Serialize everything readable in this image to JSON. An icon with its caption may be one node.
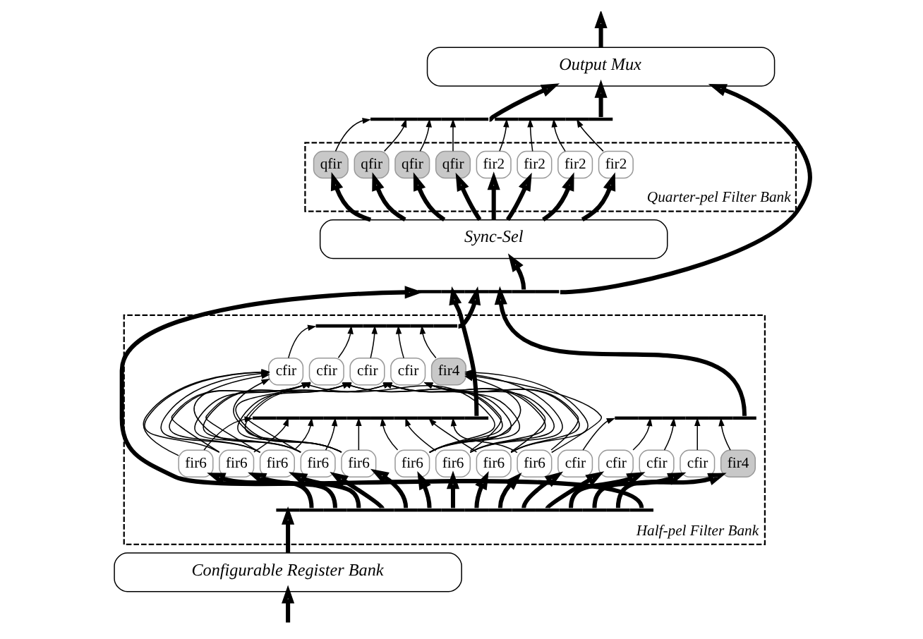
{
  "diagram": {
    "nodes": [
      {
        "text": [
          "Output Mux"
        ]
      },
      {
        "text": [],
        "shape": "bar"
      },
      {
        "text": [],
        "shape": "bar"
      },
      {
        "text": [
          "Quarter-pel Filter Bank"
        ]
      },
      {
        "text": [
          "qfir"
        ],
        "in": 3
      },
      {
        "text": [
          "qfir"
        ],
        "in": 3
      },
      {
        "text": [
          "qfir"
        ],
        "in": 3
      },
      {
        "text": [
          "qfir"
        ],
        "in": 3
      },
      {
        "text": [
          "fir2"
        ],
        "in": 3
      },
      {
        "text": [
          "fir2"
        ],
        "in": 3
      },
      {
        "text": [
          "fir2"
        ],
        "in": 3
      },
      {
        "text": [
          "fir2"
        ],
        "in": 3
      },
      {
        "text": [
          "Sync-Sel"
        ]
      },
      {
        "text": [],
        "shape": "bar"
      },
      {
        "text": [
          "Half-pel Filter Bank"
        ]
      },
      {
        "text": [],
        "shape": "bar",
        "in": 14
      },
      {
        "text": [
          "cfir"
        ],
        "in": 14
      },
      {
        "text": [
          "cfir"
        ],
        "in": 14
      },
      {
        "text": [
          "cfir"
        ],
        "in": 14
      },
      {
        "text": [
          "cfir"
        ],
        "in": 14
      },
      {
        "text": [
          "fir4"
        ],
        "in": 14
      },
      {
        "text": [],
        "shape": "bar",
        "in": 14
      },
      {
        "text": [],
        "shape": "bar",
        "in": 14
      },
      {
        "text": [
          "fir6"
        ],
        "in": 14
      },
      {
        "text": [
          "fir6"
        ],
        "in": 14
      },
      {
        "text": [
          "fir6"
        ],
        "in": 14
      },
      {
        "text": [
          "fir6"
        ],
        "in": 14
      },
      {
        "text": [
          "fir6"
        ],
        "in": 14
      },
      {
        "text": [
          "fir6"
        ],
        "in": 14
      },
      {
        "text": [
          "fir6"
        ],
        "in": 14
      },
      {
        "text": [
          "fir6"
        ],
        "in": 14
      },
      {
        "text": [
          "fir6"
        ],
        "in": 14
      },
      {
        "text": [
          "cfir"
        ],
        "in": 14
      },
      {
        "text": [
          "cfir"
        ],
        "in": 14
      },
      {
        "text": [
          "cfir"
        ],
        "in": 14
      },
      {
        "text": [
          "cfir"
        ],
        "in": 14
      },
      {
        "text": [
          "fir4"
        ],
        "in": 14
      },
      {
        "text": [],
        "shape": "bar",
        "in": 14
      },
      {
        "text": [
          "Configurable Register Bank"
        ]
      }
    ],
    "edges": [
      {
        "from": null,
        "to": 38,
        "arrow": "to",
        "style": "thick"
      },
      {
        "from": 38,
        "to": 37,
        "arrow": "to",
        "style": "thick"
      },
      {
        "from": 37,
        "to": 23,
        "arrow": "to",
        "style": "thick"
      },
      {
        "from": 37,
        "to": 24,
        "arrow": "to",
        "style": "thick"
      },
      {
        "from": 37,
        "to": 25,
        "arrow": "to",
        "style": "thick"
      },
      {
        "from": 37,
        "to": 26,
        "arrow": "to",
        "style": "thick"
      },
      {
        "from": 37,
        "to": 27,
        "arrow": "to",
        "style": "thick"
      },
      {
        "from": 37,
        "to": 28,
        "arrow": "to",
        "style": "thick"
      },
      {
        "from": 37,
        "to": 29,
        "arrow": "to",
        "style": "thick"
      },
      {
        "from": 37,
        "to": 30,
        "arrow": "to",
        "style": "thick"
      },
      {
        "from": 37,
        "to": 31,
        "arrow": "to",
        "style": "thick"
      },
      {
        "from": 37,
        "to": 32,
        "arrow": "to",
        "style": "thick"
      },
      {
        "from": 37,
        "to": 33,
        "arrow": "to",
        "style": "thick"
      },
      {
        "from": 37,
        "to": 34,
        "arrow": "to",
        "style": "thick"
      },
      {
        "from": 37,
        "to": 35,
        "arrow": "to",
        "style": "thick"
      },
      {
        "from": 37,
        "to": 36,
        "arrow": "to",
        "style": "thick"
      },
      {
        "from": 37,
        "to": 13,
        "arrow": "to",
        "style": "thick"
      },
      {
        "from": 23,
        "to": 21,
        "arrow": "to"
      },
      {
        "from": 24,
        "to": 21,
        "arrow": "to"
      },
      {
        "from": 25,
        "to": 21,
        "arrow": "to"
      },
      {
        "from": 26,
        "to": 21,
        "arrow": "to"
      },
      {
        "from": 27,
        "to": 21,
        "arrow": "to"
      },
      {
        "from": 28,
        "to": 21,
        "arrow": "to"
      },
      {
        "from": 29,
        "to": 21,
        "arrow": "to"
      },
      {
        "from": 30,
        "to": 21,
        "arrow": "to"
      },
      {
        "from": 31,
        "to": 21,
        "arrow": "to"
      },
      {
        "from": 23,
        "to": 16,
        "arrow": "to"
      },
      {
        "from": 24,
        "to": 16,
        "arrow": "to"
      },
      {
        "from": 25,
        "to": 16,
        "arrow": "to"
      },
      {
        "from": 26,
        "to": 16,
        "arrow": "to"
      },
      {
        "from": 27,
        "to": 16,
        "arrow": "to"
      },
      {
        "from": 28,
        "to": 16,
        "arrow": "to"
      },
      {
        "from": 24,
        "to": 17,
        "arrow": "to"
      },
      {
        "from": 25,
        "to": 17,
        "arrow": "to"
      },
      {
        "from": 26,
        "to": 17,
        "arrow": "to"
      },
      {
        "from": 27,
        "to": 17,
        "arrow": "to"
      },
      {
        "from": 28,
        "to": 17,
        "arrow": "to"
      },
      {
        "from": 29,
        "to": 17,
        "arrow": "to"
      },
      {
        "from": 25,
        "to": 18,
        "arrow": "to"
      },
      {
        "from": 26,
        "to": 18,
        "arrow": "to"
      },
      {
        "from": 27,
        "to": 18,
        "arrow": "to"
      },
      {
        "from": 28,
        "to": 18,
        "arrow": "to"
      },
      {
        "from": 29,
        "to": 18,
        "arrow": "to"
      },
      {
        "from": 30,
        "to": 18,
        "arrow": "to"
      },
      {
        "from": 26,
        "to": 19,
        "arrow": "to"
      },
      {
        "from": 27,
        "to": 19,
        "arrow": "to"
      },
      {
        "from": 28,
        "to": 19,
        "arrow": "to"
      },
      {
        "from": 29,
        "to": 19,
        "arrow": "to"
      },
      {
        "from": 30,
        "to": 19,
        "arrow": "to"
      },
      {
        "from": 31,
        "to": 19,
        "arrow": "to"
      },
      {
        "from": 28,
        "to": 20,
        "arrow": "to"
      },
      {
        "from": 29,
        "to": 20,
        "arrow": "to"
      },
      {
        "from": 30,
        "to": 20,
        "arrow": "to"
      },
      {
        "from": 31,
        "to": 20,
        "arrow": "to"
      },
      {
        "from": 21,
        "to": 13,
        "arrow": "to",
        "style": "thick"
      },
      {
        "from": 16,
        "to": 15,
        "arrow": "to"
      },
      {
        "from": 17,
        "to": 15,
        "arrow": "to"
      },
      {
        "from": 18,
        "to": 15,
        "arrow": "to"
      },
      {
        "from": 19,
        "to": 15,
        "arrow": "to"
      },
      {
        "from": 20,
        "to": 15,
        "arrow": "to"
      },
      {
        "from": 15,
        "to": 13,
        "arrow": "to",
        "style": "thick"
      },
      {
        "from": 32,
        "to": 22,
        "arrow": "to"
      },
      {
        "from": 33,
        "to": 22,
        "arrow": "to"
      },
      {
        "from": 34,
        "to": 22,
        "arrow": "to"
      },
      {
        "from": 35,
        "to": 22,
        "arrow": "to"
      },
      {
        "from": 36,
        "to": 22,
        "arrow": "to"
      },
      {
        "from": 22,
        "to": 13,
        "arrow": "to",
        "style": "thick"
      },
      {
        "from": 13,
        "to": 12,
        "arrow": "to",
        "style": "thick"
      },
      {
        "from": 13,
        "to": 0,
        "arrow": "to",
        "style": "thick"
      },
      {
        "from": 12,
        "to": 4,
        "arrow": "to",
        "style": "thick"
      },
      {
        "from": 12,
        "to": 5,
        "arrow": "to",
        "style": "thick"
      },
      {
        "from": 12,
        "to": 6,
        "arrow": "to",
        "style": "thick"
      },
      {
        "from": 12,
        "to": 7,
        "arrow": "to",
        "style": "thick"
      },
      {
        "from": 12,
        "to": 8,
        "arrow": "to",
        "style": "thick"
      },
      {
        "from": 12,
        "to": 9,
        "arrow": "to",
        "style": "thick"
      },
      {
        "from": 12,
        "to": 10,
        "arrow": "to",
        "style": "thick"
      },
      {
        "from": 12,
        "to": 11,
        "arrow": "to",
        "style": "thick"
      },
      {
        "from": 4,
        "to": 1,
        "arrow": "to"
      },
      {
        "from": 5,
        "to": 1,
        "arrow": "to"
      },
      {
        "from": 6,
        "to": 1,
        "arrow": "to"
      },
      {
        "from": 7,
        "to": 1,
        "arrow": "to"
      },
      {
        "from": 8,
        "to": 2,
        "arrow": "to"
      },
      {
        "from": 9,
        "to": 2,
        "arrow": "to"
      },
      {
        "from": 10,
        "to": 2,
        "arrow": "to"
      },
      {
        "from": 11,
        "to": 2,
        "arrow": "to"
      },
      {
        "from": 1,
        "to": 0,
        "arrow": "to",
        "style": "thick"
      },
      {
        "from": 2,
        "to": 0,
        "arrow": "to",
        "style": "thick"
      },
      {
        "from": 0,
        "to": null,
        "arrow": "to",
        "style": "thick"
      }
    ]
  }
}
